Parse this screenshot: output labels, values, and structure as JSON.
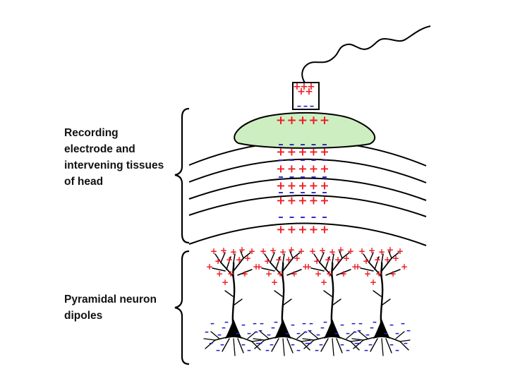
{
  "labels": {
    "tissues": "Recording\nelectrode and\nintervening tissues\nof head",
    "dipoles": "Pyramidal neuron\ndipoles"
  },
  "symbols": {
    "positive": "+",
    "negative": "–"
  },
  "colors": {
    "positive_charge": "#ee1d23",
    "negative_charge": "#2323c8",
    "electrode_gel": "#cdeec0",
    "line": "#000000"
  },
  "neurons": {
    "count": 4
  }
}
